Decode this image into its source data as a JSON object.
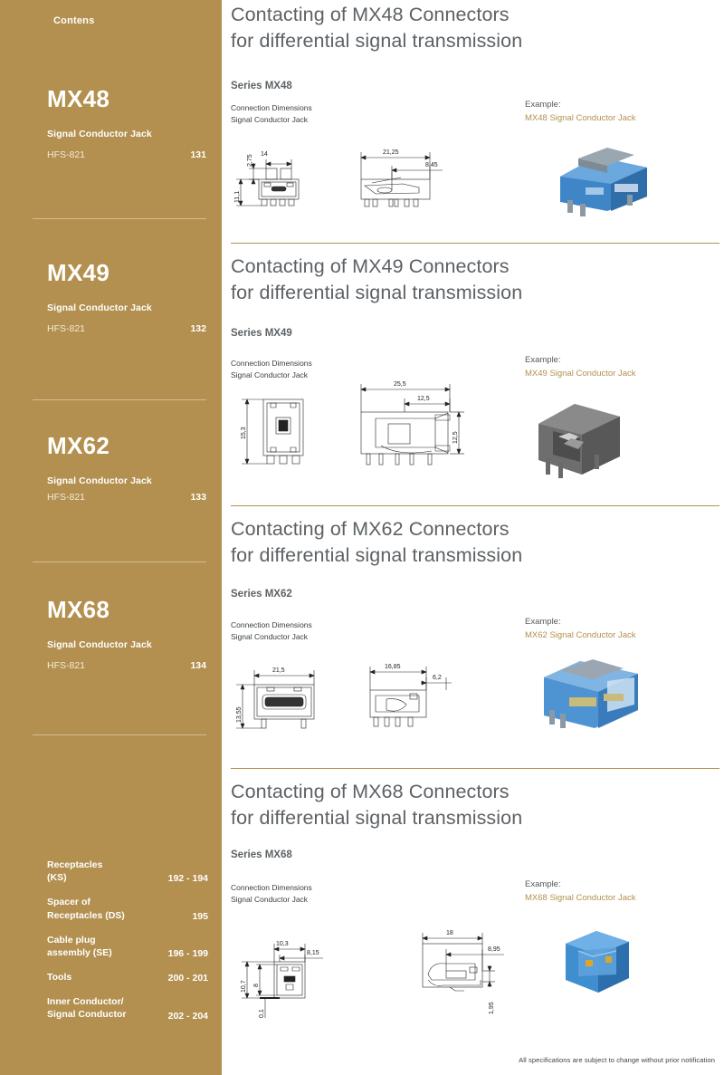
{
  "sidebar": {
    "contents_label": "Contens",
    "accent_color": "#b3904f",
    "rule_color": "#d8c49c",
    "entries": [
      {
        "series": "MX48",
        "subtitle": "Signal Conductor Jack",
        "code": "HFS-821",
        "page": "131"
      },
      {
        "series": "MX49",
        "subtitle": "Signal Conductor Jack",
        "code": "HFS-821",
        "page": "132"
      },
      {
        "series": "MX62",
        "subtitle": "Signal Conductor Jack",
        "code": "HFS-821",
        "page": "133"
      },
      {
        "series": "MX68",
        "subtitle": "Signal Conductor Jack",
        "code": "HFS-821",
        "page": "134"
      }
    ],
    "footer_entries": [
      {
        "label": "Receptacles\n(KS)",
        "line1": "Receptacles",
        "line2": "(KS)",
        "pages": "192 - 194"
      },
      {
        "label": "Spacer of Receptacles (DS)",
        "line1": "Spacer of",
        "line2": "Receptacles (DS)",
        "pages": "195"
      },
      {
        "label": "Cable plug assembly (SE)",
        "line1": "Cable plug",
        "line2": "assembly (SE)",
        "pages": "196 - 199"
      },
      {
        "label": "Tools",
        "line1": "Tools",
        "line2": "",
        "pages": "200 - 201"
      },
      {
        "label": "Inner Conductor/ Signal Conductor",
        "line1": "Inner Conductor/",
        "line2": "Signal Conductor",
        "pages": "202 - 204"
      }
    ]
  },
  "main": {
    "footnote": "All specifications are subject to change without prior notification",
    "title_color": "#5d6266",
    "example_value_color": "#b3904f",
    "sections": [
      {
        "title_line1": "Contacting of MX48 Connectors",
        "title_line2": "for differential signal transmission",
        "series": "Series MX48",
        "caption_line1": "Connection Dimensions",
        "caption_line2": "Signal Conductor Jack",
        "example_label": "Example:",
        "example_value": "MX48 Signal Conductor Jack",
        "photo_color": "#4a8fd0",
        "dimensions": {
          "front_top": "2,75",
          "front_width": "14",
          "front_height": "11,1",
          "side_width": "21,25",
          "side_inner": "8,45"
        }
      },
      {
        "title_line1": "Contacting of MX49 Connectors",
        "title_line2": "for differential signal transmission",
        "series": "Series MX49",
        "caption_line1": "Connection Dimensions",
        "caption_line2": "Signal Conductor Jack",
        "example_label": "Example:",
        "example_value": "MX49 Signal Conductor Jack",
        "photo_color": "#6a6a6a",
        "dimensions": {
          "front_height": "15,3",
          "side_width": "25,5",
          "side_inner": "12,5",
          "side_height": "12,5"
        }
      },
      {
        "title_line1": "Contacting of MX62 Connectors",
        "title_line2": "for differential signal transmission",
        "series": "Series MX62",
        "caption_line1": "Connection Dimensions",
        "caption_line2": "Signal Conductor Jack",
        "example_label": "Example:",
        "example_value": "MX62 Signal Conductor Jack",
        "photo_color": "#5a9ad8",
        "dimensions": {
          "front_width": "21,5",
          "front_height": "13,55",
          "side_width": "16,85",
          "side_inner": "6,2"
        }
      },
      {
        "title_line1": "Contacting of MX68 Connectors",
        "title_line2": "for differential signal transmission",
        "series": "Series MX68",
        "caption_line1": "Connection Dimensions",
        "caption_line2": "Signal Conductor Jack",
        "example_label": "Example:",
        "example_value": "MX68 Signal Conductor Jack",
        "photo_color": "#3f8ed0",
        "dimensions": {
          "front_width": "10,3",
          "front_offset": "8,15",
          "front_height": "10,7",
          "front_inner_height": "8",
          "front_lip": "0,1",
          "side_width": "18",
          "side_inner": "8,95",
          "side_height": "1,95"
        }
      }
    ]
  }
}
